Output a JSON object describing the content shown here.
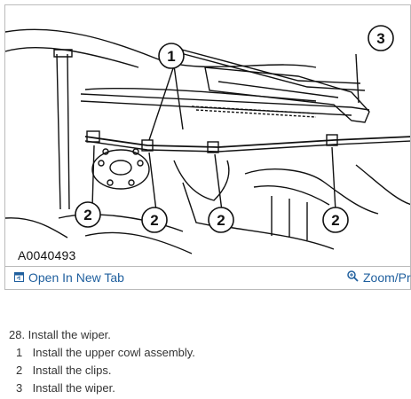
{
  "figure": {
    "id_label": "A0040493",
    "callouts": [
      "1",
      "2",
      "2",
      "2",
      "2",
      "3"
    ]
  },
  "toolbar": {
    "open_tab_label": "Open In New Tab",
    "zoom_label": "Zoom/Pr"
  },
  "steps": {
    "main": "28. Install the wiper.",
    "sub": [
      {
        "num": "1",
        "text": "Install the upper cowl assembly."
      },
      {
        "num": "2",
        "text": "Install the clips."
      },
      {
        "num": "3",
        "text": "Install the wiper."
      }
    ]
  },
  "colors": {
    "link": "#1f5f9e",
    "frame_border": "#bbbbbb"
  }
}
